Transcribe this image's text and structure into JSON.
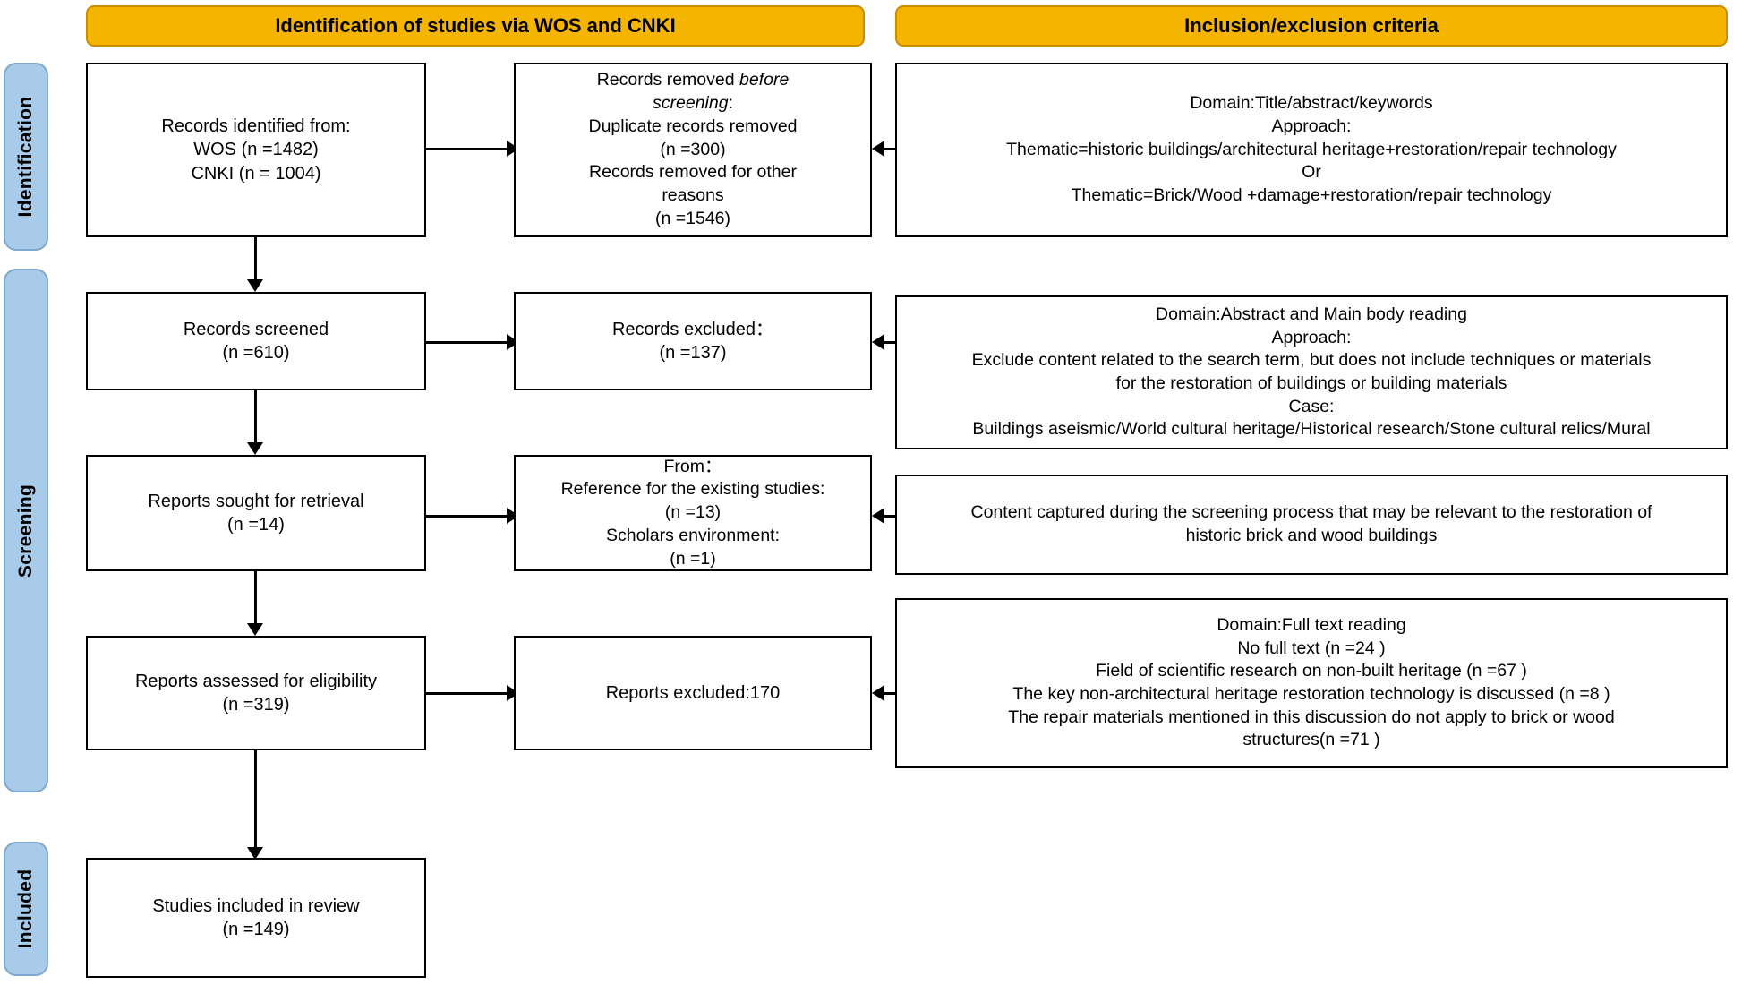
{
  "banners": {
    "left": "Identification of studies via WOS and CNKI",
    "right": "Inclusion/exclusion criteria"
  },
  "stages": [
    {
      "id": "identification",
      "label": "Identification"
    },
    {
      "id": "screening",
      "label": "Screening"
    },
    {
      "id": "included",
      "label": "Included"
    }
  ],
  "flow": {
    "identified": "Records identified from:\nWOS (n =1482)\nCNKI (n = 1004)",
    "removed_before_screening_line1": "Records removed ",
    "removed_before_screening_italic1": "before",
    "removed_before_screening_italic2": "screening",
    "removed_before_screening_rest": ":\nDuplicate records removed\n(n =300)\nRecords removed for other\nreasons\n(n =1546)",
    "records_screened": "Records screened\n(n =610)",
    "records_excluded": "Records excluded：\n(n =137)",
    "reports_sought": "Reports sought for retrieval\n(n =14)",
    "from_sources": "From：\nReference for the existing studies:\n(n =13)\nScholars environment:\n(n =1)",
    "reports_assessed": "Reports assessed for eligibility\n(n =319)",
    "reports_excluded": "Reports excluded:170",
    "studies_included": "Studies included in review\n(n =149)"
  },
  "criteria": {
    "identification": "Domain:Title/abstract/keywords\nApproach:\nThematic=historic buildings/architectural heritage+restoration/repair technology\nOr\nThematic=Brick/Wood +damage+restoration/repair technology",
    "screening": "Domain:Abstract and Main body reading\nApproach:\nExclude content related to the search term, but does not include techniques or materials\nfor the restoration of buildings or building materials\nCase:\nBuildings aseismic/World cultural heritage/Historical research/Stone cultural relics/Mural",
    "retrieval": "Content captured during the screening process that may be relevant to the restoration of\nhistoric brick and wood buildings",
    "eligibility": "Domain:Full text reading\nNo full text (n =24 )\nField of scientific research on non-built heritage (n =67 )\nThe key non-architectural heritage restoration technology is discussed (n =8 )\nThe repair materials mentioned in this discussion do not apply to brick or wood\nstructures(n =71 )"
  },
  "colors": {
    "banner_fill": "#F5B400",
    "banner_border": "#C98E00",
    "stage_fill": "#A8CBEA",
    "stage_border": "#7FA9CF",
    "box_border": "#000000"
  }
}
